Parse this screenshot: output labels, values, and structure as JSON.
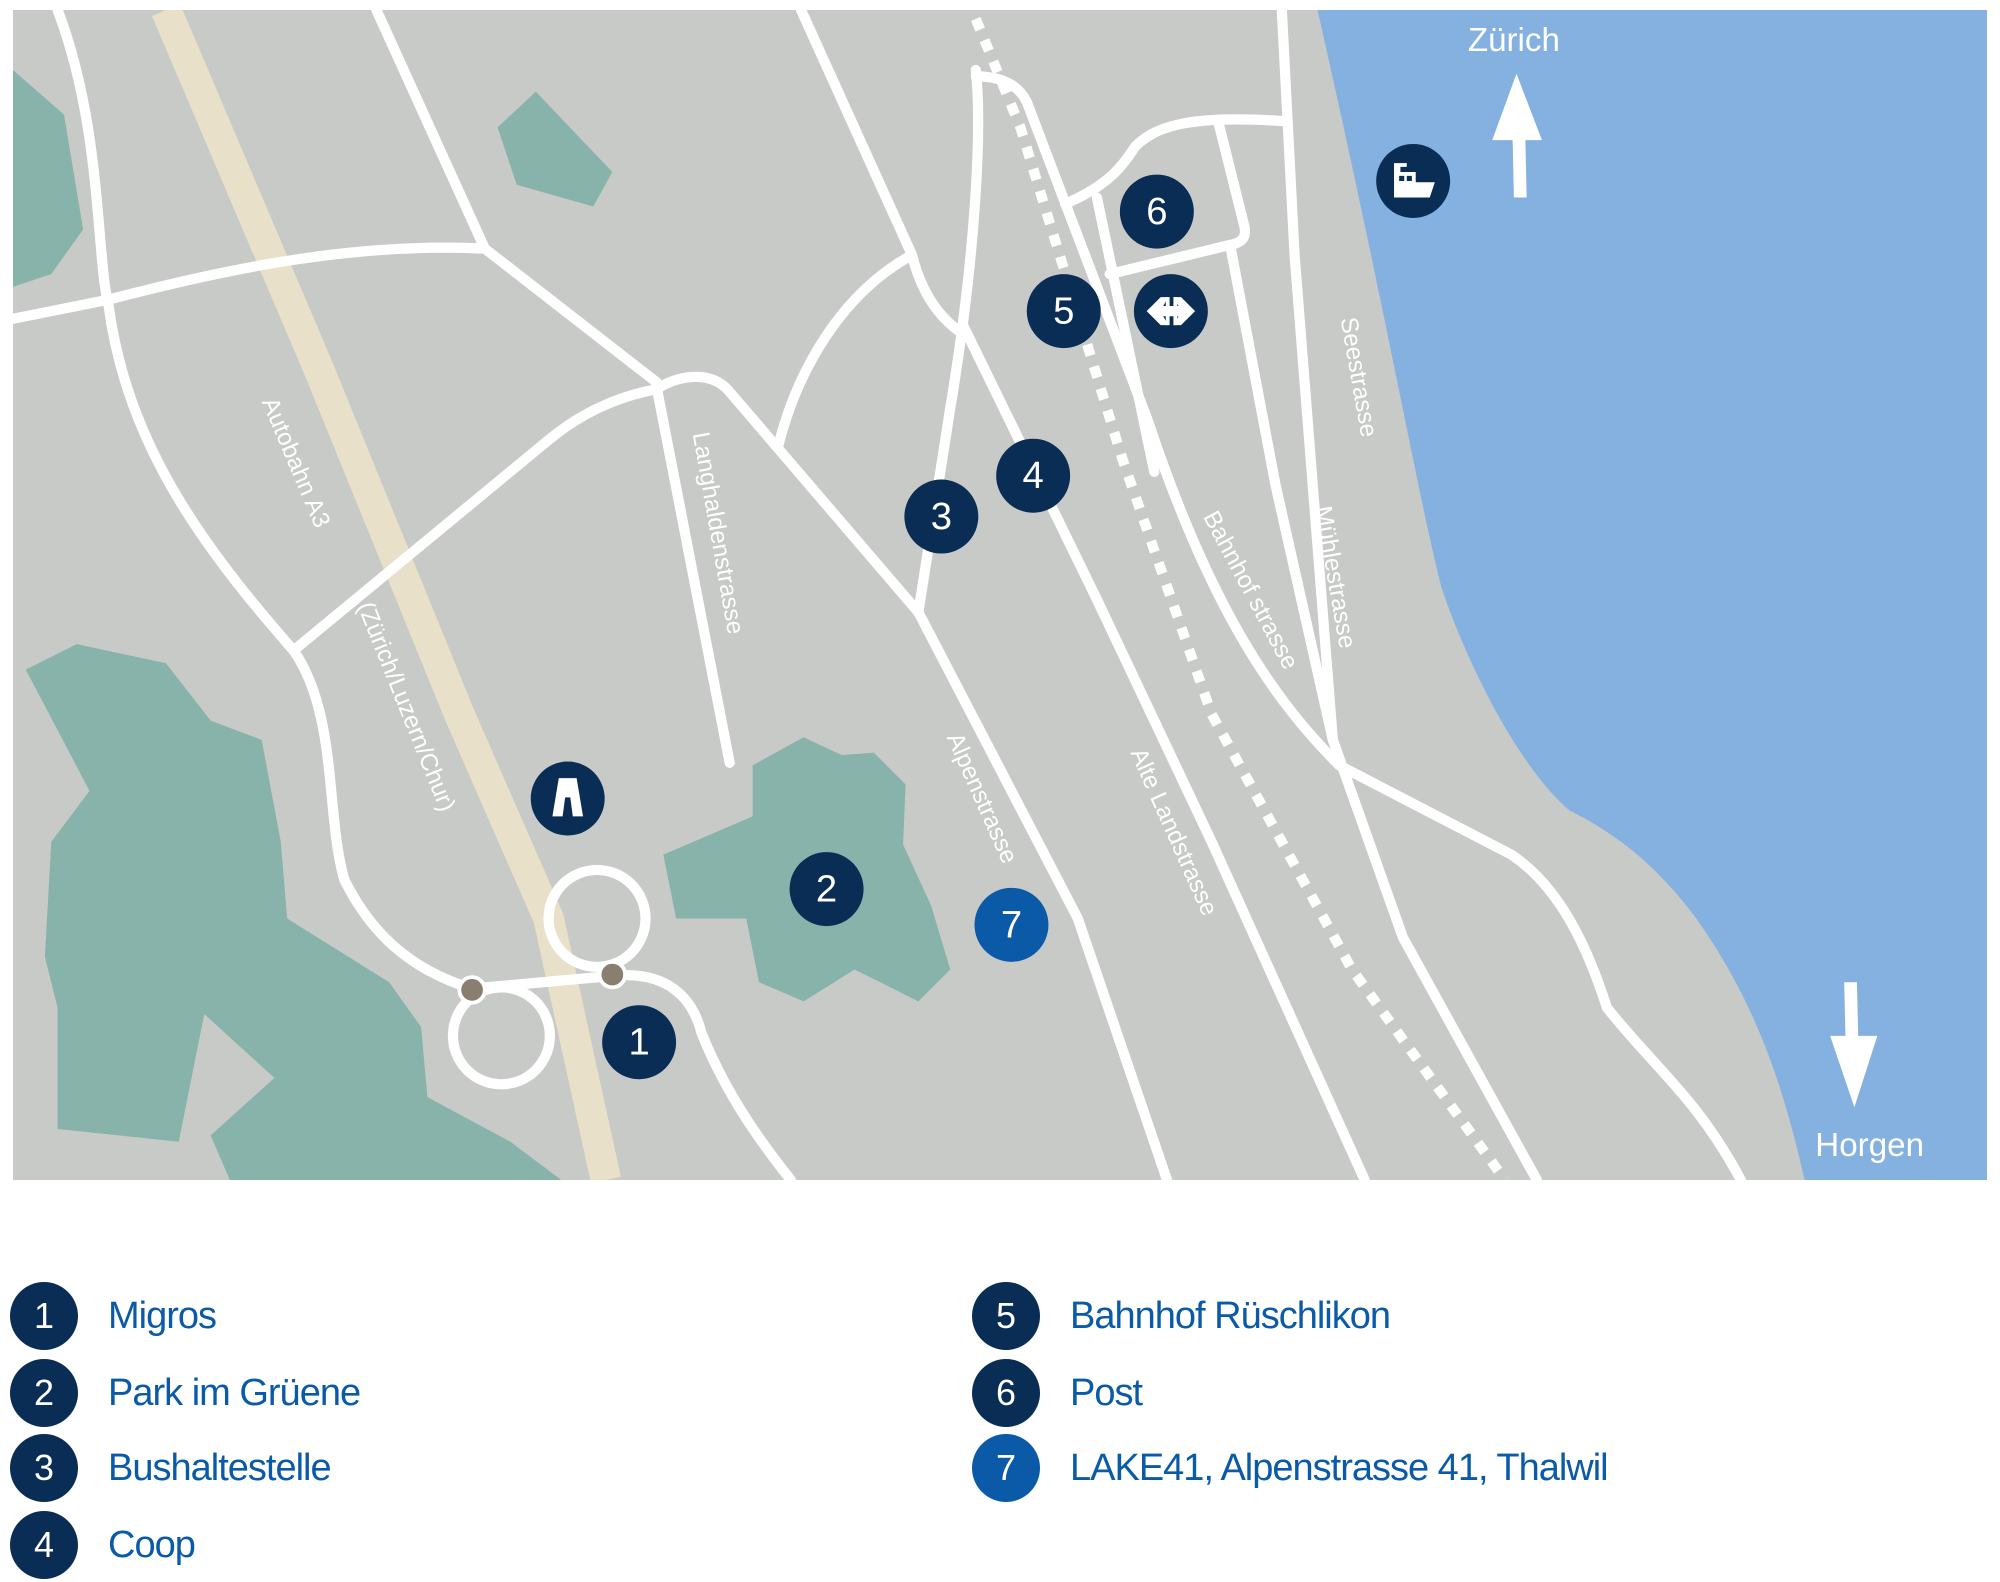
{
  "map": {
    "colors": {
      "land": "#c8cac7",
      "water": "#84b1e0",
      "green": "#88b3ab",
      "motorway": "#e8e0c9",
      "marker": "#0a2d55",
      "highlight": "#0a5aa8"
    },
    "direction_labels": {
      "north": "Zürich",
      "south": "Horgen"
    },
    "street_labels": {
      "autobahn": "Autobahn A3",
      "autobahn_dest": "(Zürich/Luzern/Chur)",
      "langhalden": "Langhaldenstrasse",
      "alpen": "Alpenstrasse",
      "alte_land": "Alte Landstrasse",
      "bahnhof": "Bahnhof strasse",
      "muehle": "Mühlestrasse",
      "see": "Seestrasse"
    },
    "markers": [
      {
        "num": "1"
      },
      {
        "num": "2"
      },
      {
        "num": "3"
      },
      {
        "num": "4"
      },
      {
        "num": "5"
      },
      {
        "num": "6"
      },
      {
        "num": "7"
      }
    ],
    "icons": [
      "motorway-icon",
      "train-station-icon",
      "ferry-icon"
    ]
  },
  "legend": [
    {
      "num": "1",
      "label": "Migros"
    },
    {
      "num": "2",
      "label": "Park im Grüene"
    },
    {
      "num": "3",
      "label": "Bushaltestelle"
    },
    {
      "num": "4",
      "label": "Coop"
    },
    {
      "num": "5",
      "label": "Bahnhof Rüschlikon"
    },
    {
      "num": "6",
      "label": "Post"
    },
    {
      "num": "7",
      "label": "LAKE41, Alpenstrasse 41, Thalwil"
    }
  ]
}
